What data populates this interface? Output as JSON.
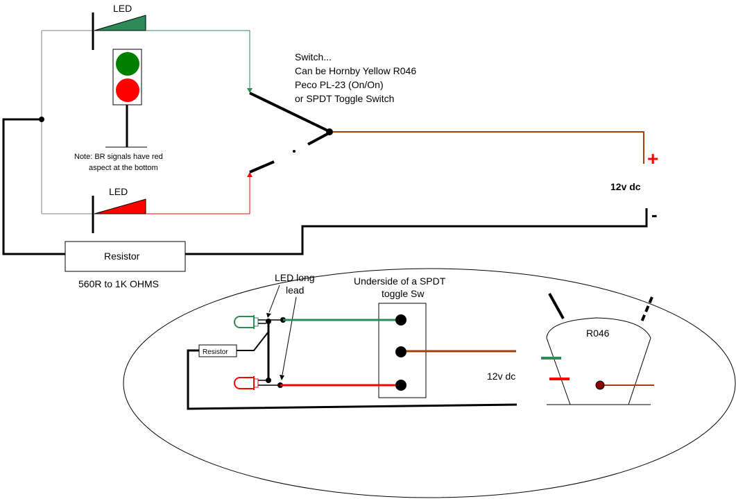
{
  "colors": {
    "green_wire": "#2e8b57",
    "red_wire": "#ff0000",
    "brown_wire": "#a0400a",
    "led_green_fill": "#2e8b57",
    "led_red_fill": "#ff0000",
    "signal_green": "#008000",
    "signal_red": "#ff0000",
    "polarity_red": "#ff0000",
    "black": "#000000"
  },
  "schematic": {
    "led_top_label": "LED",
    "led_bottom_label": "LED",
    "switch_note": {
      "line1": "Switch...",
      "line2": "Can be Hornby Yellow R046",
      "line3": "Peco PL-23 (On/On)",
      "line4": "or SPDT Toggle Switch"
    },
    "signal_note": {
      "line1": "Note: BR signals have red",
      "line2": "aspect at the bottom"
    },
    "resistor_label": "Resistor",
    "resistor_value": "560R to 1K OHMS",
    "supply_label": "12v dc",
    "plus_sign": "+",
    "minus_sign": "-"
  },
  "inset": {
    "led_long_lead": {
      "line1": "LED long",
      "line2": "lead"
    },
    "toggle_title": {
      "line1": "Underside of a SPDT",
      "line2": "toggle Sw"
    },
    "resistor_label": "Resistor",
    "supply_label": "12v dc",
    "r046_label": "R046"
  }
}
